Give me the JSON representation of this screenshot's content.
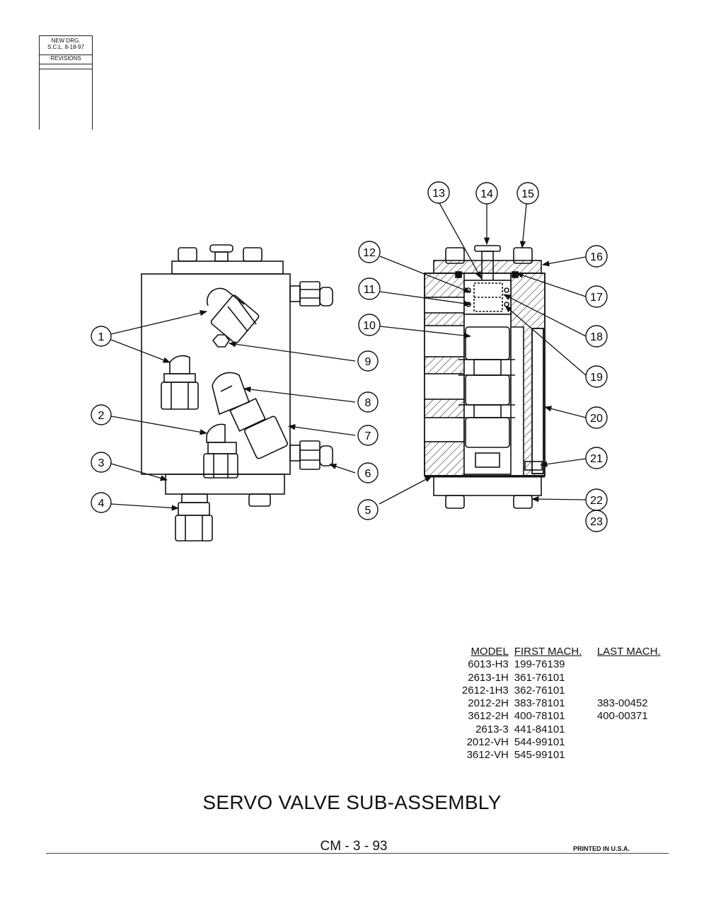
{
  "revision_block": {
    "line1": "NEW DRG.",
    "line2": "S.C.L.  8-18-97",
    "line3": "REVISIONS"
  },
  "callouts": [
    "1",
    "2",
    "3",
    "4",
    "5",
    "6",
    "7",
    "8",
    "9",
    "10",
    "11",
    "12",
    "13",
    "14",
    "15",
    "16",
    "17",
    "18",
    "19",
    "20",
    "21",
    "22",
    "23"
  ],
  "table": {
    "headers": {
      "model": "MODEL",
      "first": "FIRST MACH.",
      "last": "LAST MACH."
    },
    "rows": [
      {
        "model": "6013-H3",
        "first": "199-76139",
        "last": ""
      },
      {
        "model": "2613-1H",
        "first": "361-76101",
        "last": ""
      },
      {
        "model": "2612-1H3",
        "first": "362-76101",
        "last": ""
      },
      {
        "model": "2012-2H",
        "first": "383-78101",
        "last": "383-00452"
      },
      {
        "model": "3612-2H",
        "first": "400-78101",
        "last": "400-00371"
      },
      {
        "model": "2613-3",
        "first": "441-84101",
        "last": ""
      },
      {
        "model": "2012-VH",
        "first": "544-99101",
        "last": ""
      },
      {
        "model": "3612-VH",
        "first": "545-99101",
        "last": ""
      }
    ]
  },
  "title": "SERVO VALVE SUB-ASSEMBLY",
  "page_number": "CM - 3 - 93",
  "printed": "PRINTED IN U.S.A."
}
